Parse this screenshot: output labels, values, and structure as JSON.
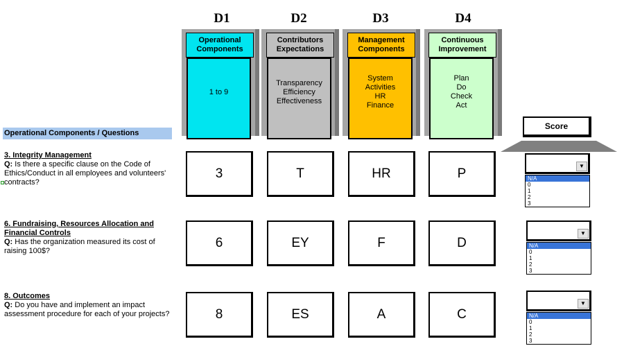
{
  "dimensions": [
    {
      "code": "D1",
      "title": "Operational Components",
      "items": [
        "1 to 9"
      ],
      "color": "#00e5f0"
    },
    {
      "code": "D2",
      "title": "Contributors Expectations",
      "items": [
        "Transparency",
        "Efficiency",
        "Effectiveness"
      ],
      "color": "#bfbfbf"
    },
    {
      "code": "D3",
      "title": "Management Components",
      "items": [
        "System",
        "Activities",
        "HR",
        "Finance"
      ],
      "color": "#ffc000"
    },
    {
      "code": "D4",
      "title": "Continuous Improvement",
      "items": [
        "Plan",
        "Do",
        "Check",
        "Act"
      ],
      "color": "#ccffcc"
    }
  ],
  "section_header": "Operational Components / Questions",
  "score_header": "Score",
  "questions": [
    {
      "title": "3. Integrity Management",
      "q_prefix": "Q:",
      "text": "Is there a specific clause on the Code of Ethics/Conduct in all employees and volunteers' contracts?",
      "cells": [
        "3",
        "T",
        "HR",
        "P"
      ]
    },
    {
      "title": "6. Fundraising, Resources Allocation and Financial Controls",
      "q_prefix": "Q:",
      "text": "Has the organization measured its cost of raising 100$?",
      "cells": [
        "6",
        "EY",
        "F",
        "D"
      ]
    },
    {
      "title": "8. Outcomes",
      "q_prefix": "Q:",
      "text": "Do you have and implement an impact assessment procedure for each of your projects?",
      "cells": [
        "8",
        "ES",
        "A",
        "C"
      ]
    }
  ],
  "score_options": [
    "N/A",
    "0",
    "1",
    "2",
    "3"
  ],
  "score_selected": "N/A",
  "colors": {
    "section_bar": "#a9c9ee",
    "selection": "#3874d8",
    "column_back": "#a6a6a6",
    "score_shelf": "#808080"
  }
}
